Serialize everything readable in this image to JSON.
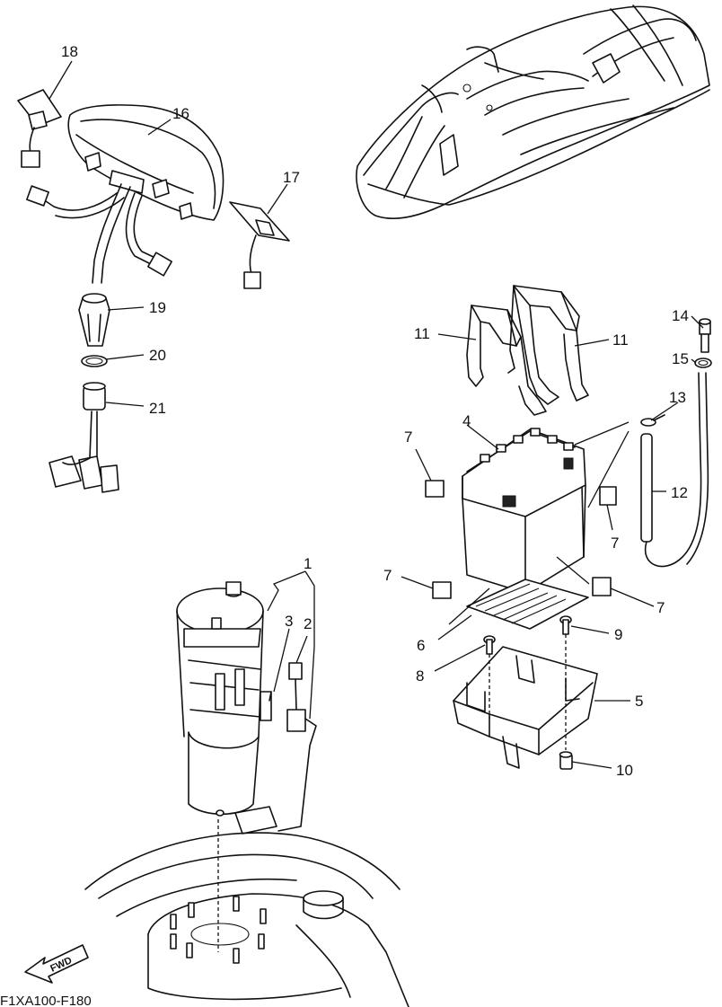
{
  "labels": {
    "p1": "1",
    "p2": "2",
    "p3": "3",
    "p4": "4",
    "p5": "5",
    "p6": "6",
    "p7a": "7",
    "p7b": "7",
    "p7c": "7",
    "p7d": "7",
    "p8": "8",
    "p9": "9",
    "p10": "10",
    "p11a": "11",
    "p11b": "11",
    "p12": "12",
    "p13": "13",
    "p14": "14",
    "p15": "15",
    "p16": "16",
    "p17": "17",
    "p18": "18",
    "p19": "19",
    "p20": "20",
    "p21": "21"
  },
  "fwd_arrow": "FWD",
  "diagram_code": "F1XA100-F180"
}
